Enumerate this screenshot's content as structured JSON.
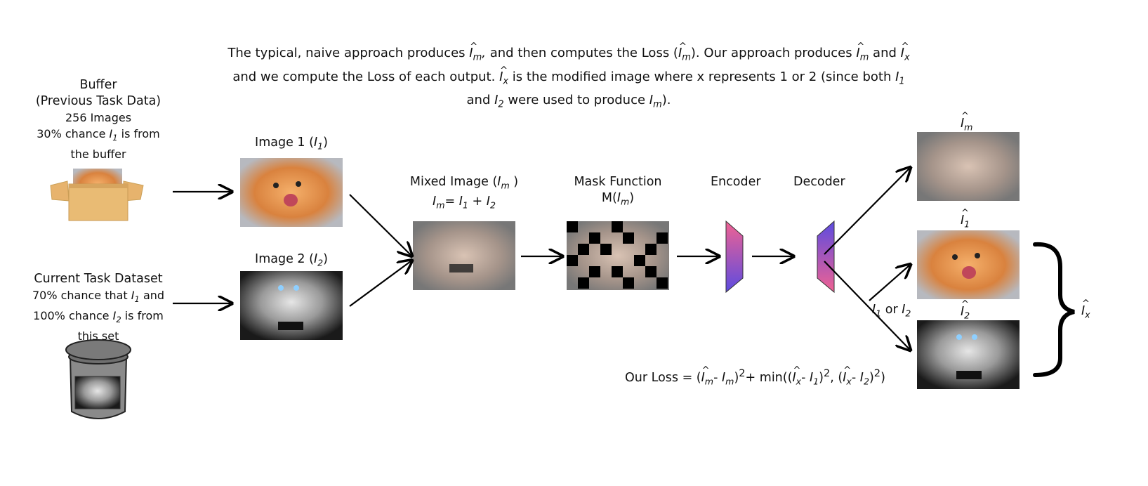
{
  "caption": {
    "line1_a": "The typical, naive approach produces",
    "line1_b": "and then computes the Loss (",
    "line1_c": "). Our approach produces",
    "line1_d": "and",
    "line2_a": "and we compute the Loss of each output.",
    "line2_b": "is the modified image where x represents 1 or 2  (since both",
    "line3_a": "and",
    "line3_b": "were used to produce",
    "line3_c": ")."
  },
  "buffer": {
    "title": "Buffer",
    "subtitle": "(Previous Task Data)",
    "count": "256 Images",
    "chance_a": "30% chance",
    "chance_b": "is from",
    "chance_c": "the buffer"
  },
  "current": {
    "title": "Current Task Dataset",
    "line1_a": "70% chance that",
    "line1_b": "and",
    "line2_a": "100% chance",
    "line2_b": "is from",
    "line3": "this set"
  },
  "image1": {
    "label": "Image 1 (",
    "var": "I",
    "sub": "1",
    "close": ")"
  },
  "image2": {
    "label": "Image 2 (",
    "var": "I",
    "sub": "2",
    "close": ")"
  },
  "mixed": {
    "label": "Mixed Image (",
    "close": " )",
    "formula_eq": "=",
    "formula_plus": "+"
  },
  "mask": {
    "label": "Mask Function",
    "formula": "M(",
    "close": ")"
  },
  "encoder": {
    "label": "Encoder"
  },
  "decoder": {
    "label": "Decoder"
  },
  "branch_label": {
    "or": "or"
  },
  "loss": {
    "prefix": "Our Loss = (",
    "minus": "-",
    "min": "+ min((",
    "sep": "-",
    "comma": ",",
    "sq": "2"
  },
  "symbols": {
    "I": "I",
    "m": "m",
    "x": "x",
    "one": "1",
    "two": "2",
    "hat": "^"
  },
  "colors": {
    "encoder_top": "#f06292",
    "encoder_bottom": "#5c4be0",
    "arrow": "#000000",
    "box": "#e2b36b",
    "jar": "#8a8a8a"
  }
}
